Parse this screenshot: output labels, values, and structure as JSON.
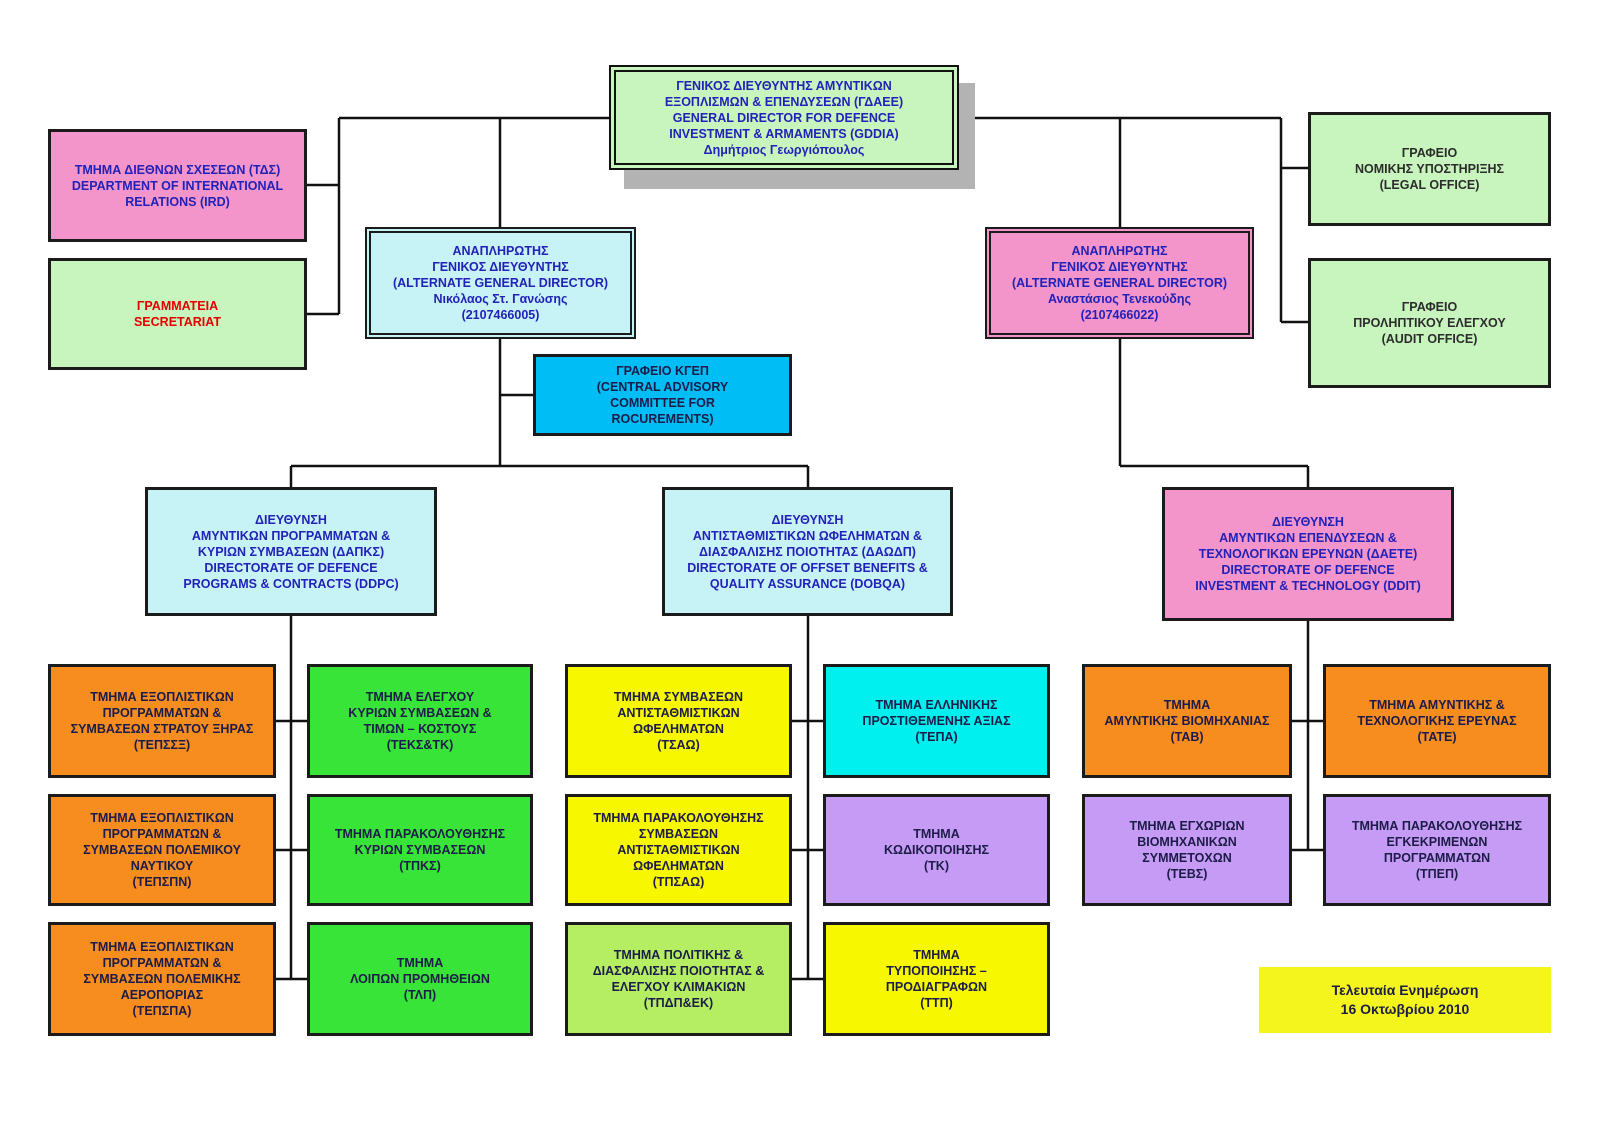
{
  "palette": {
    "light_green": "#c8f5be",
    "pink": "#f394ca",
    "light_cyan": "#c8f3f6",
    "sky_blue": "#00bdf5",
    "orange": "#f78c1f",
    "green": "#38e438",
    "yellow": "#f7f700",
    "lime": "#b5ee62",
    "cyan": "#00f0f0",
    "lavender": "#c69bf5",
    "note_yellow": "#f5f51e",
    "blue_text": "#2222b8",
    "navy_text": "#1c1c48",
    "dark_text": "#2c2c2c",
    "red_text": "#e60000"
  },
  "nodes": {
    "general_director": {
      "lines": [
        "ΓΕΝΙΚΟΣ ΔΙΕΥΘΥΝΤΗΣ ΑΜΥΝΤΙΚΩΝ",
        "ΕΞΟΠΛΙΣΜΩΝ & ΕΠΕΝΔΥΣΕΩΝ (ΓΔΑΕΕ)",
        "GENERAL DIRECTOR FOR DEFENCE",
        "INVESTMENT & ARMAMENTS (GDDIA)",
        "Δημήτριος Γεωργιόπουλος"
      ]
    },
    "dept_international_relations": {
      "lines": [
        "ΤΜΗΜΑ ΔΙΕΘΝΩΝ ΣΧΕΣΕΩΝ (ΤΔΣ)",
        "DEPARTMENT OF INTERNATIONAL",
        "RELATIONS (IRD)"
      ]
    },
    "secretariat": {
      "lines": [
        "ΓΡΑΜΜΑΤΕΙΑ",
        "SECRETARIAT"
      ]
    },
    "alternate_gd_left": {
      "lines": [
        "ΑΝΑΠΛΗΡΩΤΗΣ",
        "ΓΕΝΙΚΟΣ ΔΙΕΥΘΥΝΤΗΣ",
        "(ALTERNATE GENERAL DIRECTOR)",
        "Νικόλαος Στ. Γανώσης",
        "(2107466005)"
      ]
    },
    "alternate_gd_right": {
      "lines": [
        "ΑΝΑΠΛΗΡΩΤΗΣ",
        "ΓΕΝΙΚΟΣ ΔΙΕΥΘΥΝΤΗΣ",
        "(ALTERNATE GENERAL DIRECTOR)",
        "Αναστάσιος Τενεκούδης",
        "(2107466022)"
      ]
    },
    "legal_office": {
      "lines": [
        "ΓΡΑΦΕΙΟ",
        "ΝΟΜΙΚΗΣ ΥΠΟΣΤΗΡΙΞΗΣ",
        "(LEGAL OFFICE)"
      ]
    },
    "audit_office": {
      "lines": [
        "ΓΡΑΦΕΙΟ",
        "ΠΡΟΛΗΠΤΙΚΟΥ ΕΛΕΓΧΟΥ",
        "(AUDIT OFFICE)"
      ]
    },
    "kgep_office": {
      "lines": [
        "ΓΡΑΦΕΙΟ ΚΓΕΠ",
        "(CENTRAL ADVISORY",
        "COMMITTEE FOR",
        "ROCUREMENTS)"
      ]
    },
    "directorate_ddpc": {
      "lines": [
        "ΔΙΕΥΘΥΝΣΗ",
        "ΑΜΥΝΤΙΚΩΝ ΠΡΟΓΡΑΜΜΑΤΩΝ &",
        "ΚΥΡΙΩΝ ΣΥΜΒΑΣΕΩΝ (ΔΑΠΚΣ)",
        "DIRECTORATE OF DEFENCE",
        "PROGRAMS & CONTRACTS (DDPC)"
      ]
    },
    "directorate_dobqa": {
      "lines": [
        "ΔΙΕΥΘΥΝΣΗ",
        "ΑΝΤΙΣΤΑΘΜΙΣΤΙΚΩΝ ΩΦΕΛΗΜΑΤΩΝ &",
        "ΔΙΑΣΦΑΛΙΣΗΣ ΠΟΙΟΤΗΤΑΣ (ΔΑΩΔΠ)",
        "DIRECTORATE OF OFFSET BENEFITS &",
        "QUALITY ASSURANCE (DOBQA)"
      ]
    },
    "directorate_ddit": {
      "lines": [
        "ΔΙΕΥΘΥΝΣΗ",
        "ΑΜΥΝΤΙΚΩΝ ΕΠΕΝΔΥΣΕΩΝ &",
        "ΤΕΧΝΟΛΟΓΙΚΩΝ ΕΡΕΥΝΩΝ (ΔΑΕΤΕ)",
        "DIRECTORATE OF DEFENCE",
        "INVESTMENT & TECHNOLOGY (DDIT)"
      ]
    },
    "dept_tepssx": {
      "lines": [
        "ΤΜΗΜΑ ΕΞΟΠΛΙΣΤΙΚΩΝ",
        "ΠΡΟΓΡΑΜΜΑΤΩΝ &",
        "ΣΥΜΒΑΣΕΩΝ ΣΤΡΑΤΟΥ ΞΗΡΑΣ",
        "(ΤΕΠΣΣΞ)"
      ]
    },
    "dept_tepspn": {
      "lines": [
        "ΤΜΗΜΑ ΕΞΟΠΛΙΣΤΙΚΩΝ",
        "ΠΡΟΓΡΑΜΜΑΤΩΝ &",
        "ΣΥΜΒΑΣΕΩΝ ΠΟΛΕΜΙΚΟΥ",
        "ΝΑΥΤΙΚΟΥ",
        "(ΤΕΠΣΠΝ)"
      ]
    },
    "dept_tepspa": {
      "lines": [
        "ΤΜΗΜΑ ΕΞΟΠΛΙΣΤΙΚΩΝ",
        "ΠΡΟΓΡΑΜΜΑΤΩΝ &",
        "ΣΥΜΒΑΣΕΩΝ ΠΟΛΕΜΙΚΗΣ",
        "ΑΕΡΟΠΟΡΙΑΣ",
        "(ΤΕΠΣΠΑ)"
      ]
    },
    "dept_teks_tk": {
      "lines": [
        "ΤΜΗΜΑ ΕΛΕΓΧΟΥ",
        "ΚΥΡΙΩΝ ΣΥΜΒΑΣΕΩΝ &",
        "ΤΙΜΩΝ – ΚΟΣΤΟΥΣ",
        "(ΤΕΚΣ&ΤΚ)"
      ]
    },
    "dept_tpks": {
      "lines": [
        "ΤΜΗΜΑ ΠΑΡΑΚΟΛΟΥΘΗΣΗΣ",
        "ΚΥΡΙΩΝ ΣΥΜΒΑΣΕΩΝ",
        "(ΤΠΚΣ)"
      ]
    },
    "dept_tlp": {
      "lines": [
        "ΤΜΗΜΑ",
        "ΛΟΙΠΩΝ ΠΡΟΜΗΘΕΙΩΝ",
        "(ΤΛΠ)"
      ]
    },
    "dept_tsao": {
      "lines": [
        "ΤΜΗΜΑ ΣΥΜΒΑΣΕΩΝ",
        "ΑΝΤΙΣΤΑΘΜΙΣΤΙΚΩΝ",
        "ΩΦΕΛΗΜΑΤΩΝ",
        "(ΤΣΑΩ)"
      ]
    },
    "dept_tpsao": {
      "lines": [
        "ΤΜΗΜΑ ΠΑΡΑΚΟΛΟΥΘΗΣΗΣ",
        "ΣΥΜΒΑΣΕΩΝ",
        "ΑΝΤΙΣΤΑΘΜΙΣΤΙΚΩΝ",
        "ΩΦΕΛΗΜΑΤΩΝ",
        "(ΤΠΣΑΩ)"
      ]
    },
    "dept_tpdp_ek": {
      "lines": [
        "ΤΜΗΜΑ ΠΟΛΙΤΙΚΗΣ &",
        "ΔΙΑΣΦΑΛΙΣΗΣ ΠΟΙΟΤΗΤΑΣ &",
        "ΕΛΕΓΧΟΥ ΚΛΙΜΑΚΙΩΝ",
        "(ΤΠΔΠ&ΕΚ)"
      ]
    },
    "dept_tepa": {
      "lines": [
        "ΤΜΗΜΑ ΕΛΛΗΝΙΚΗΣ",
        "ΠΡΟΣΤΙΘΕΜΕΝΗΣ ΑΞΙΑΣ",
        "(ΤΕΠΑ)"
      ]
    },
    "dept_tk": {
      "lines": [
        "ΤΜΗΜΑ",
        "ΚΩΔΙΚΟΠΟΙΗΣΗΣ",
        "(ΤΚ)"
      ]
    },
    "dept_ttp": {
      "lines": [
        "ΤΜΗΜΑ",
        "ΤΥΠΟΠΟΙΗΣΗΣ –",
        "ΠΡΟΔΙΑΓΡΑΦΩΝ",
        "(ΤΤΠ)"
      ]
    },
    "dept_tab": {
      "lines": [
        "ΤΜΗΜΑ",
        "ΑΜΥΝΤΙΚΗΣ ΒΙΟΜΗΧΑΝΙΑΣ",
        "(ΤΑΒ)"
      ]
    },
    "dept_tebs": {
      "lines": [
        "ΤΜΗΜΑ ΕΓΧΩΡΙΩΝ",
        "ΒΙΟΜΗΧΑΝΙΚΩΝ",
        "ΣΥΜΜΕΤΟΧΩΝ",
        "(ΤΕΒΣ)"
      ]
    },
    "dept_tate": {
      "lines": [
        "ΤΜΗΜΑ ΑΜΥΝΤΙΚΗΣ &",
        "ΤΕΧΝΟΛΟΓΙΚΗΣ ΕΡΕΥΝΑΣ",
        "(ΤΑΤΕ)"
      ]
    },
    "dept_tpep": {
      "lines": [
        "ΤΜΗΜΑ ΠΑΡΑΚΟΛΟΥΘΗΣΗΣ",
        "ΕΓΚΕΚΡΙΜΕΝΩΝ",
        "ΠΡΟΓΡΑΜΜΑΤΩΝ",
        "(ΤΠΕΠ)"
      ]
    }
  },
  "last_update": {
    "lines": [
      "Τελευταία Ενημέρωση",
      "16 Οκτωβρίου 2010"
    ]
  }
}
